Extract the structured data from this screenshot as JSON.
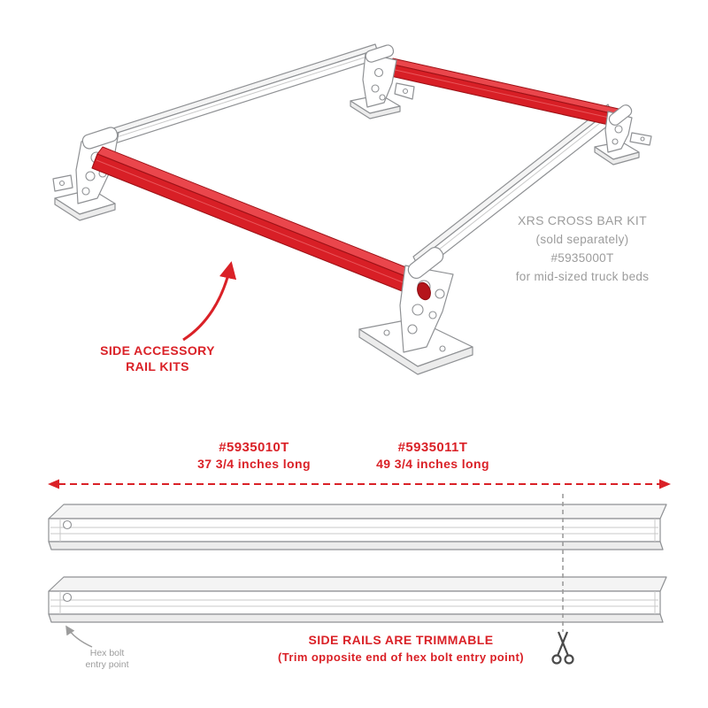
{
  "colors": {
    "red": "#da2127",
    "gray_text": "#9c9c9c",
    "line_gray": "#8f9194",
    "scissors": "#4a4a4a"
  },
  "top_diagram": {
    "rail_callout_line1": "SIDE ACCESSORY",
    "rail_callout_line2": "RAIL KITS",
    "crossbar_title": "XRS CROSS BAR KIT",
    "crossbar_subtitle": "(sold separately)",
    "crossbar_part": "#5935000T",
    "crossbar_fitment": "for mid-sized truck beds"
  },
  "length_diagram": {
    "option_a_part": "#5935010T",
    "option_a_length": "37 3/4 inches long",
    "option_b_part": "#5935011T",
    "option_b_length": "49 3/4 inches long",
    "hex_label_line1": "Hex bolt",
    "hex_label_line2": "entry point",
    "trim_title": "SIDE RAILS ARE TRIMMABLE",
    "trim_subtitle": "(Trim opposite end of hex bolt entry point)"
  }
}
